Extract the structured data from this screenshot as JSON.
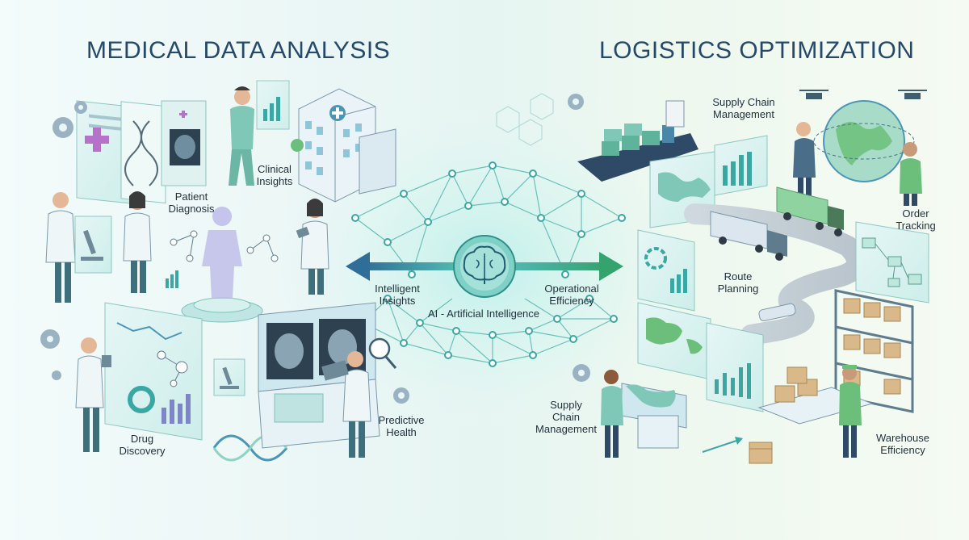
{
  "headings": {
    "left": "MEDICAL DATA ANALYSIS",
    "right": "LOGISTICS OPTIMIZATION"
  },
  "center": {
    "core_label": "AI - Artificial Intelligence",
    "left_arrow_label": "Intelligent\nInsights",
    "right_arrow_label": "Operational\nEfficiency"
  },
  "medical": {
    "patient_diagnosis": "Patient\nDiagnosis",
    "clinical_insights": "Clinical\nInsights",
    "drug_discovery": "Drug\nDiscovery",
    "predictive_health": "Predictive\nHealth"
  },
  "logistics": {
    "supply_chain_top": "Supply Chain\nManagement",
    "order_tracking": "Order\nTracking",
    "route_planning": "Route\nPlanning",
    "supply_chain_bottom": "Supply\nChain\nManagement",
    "warehouse_efficiency": "Warehouse\nEfficiency"
  },
  "colors": {
    "teal": "#3aa7a3",
    "mint": "#8fd3c3",
    "navy": "#25496a",
    "green": "#6bbf7a",
    "arrow": "#3d7fa0"
  },
  "icons": [
    "gear-icon",
    "dna-icon",
    "microscope-icon",
    "brain-icon",
    "hospital-icon",
    "ship-icon",
    "truck-icon",
    "drone-icon",
    "globe-icon",
    "box-icon",
    "magnifier-icon",
    "medical-cross-icon"
  ]
}
